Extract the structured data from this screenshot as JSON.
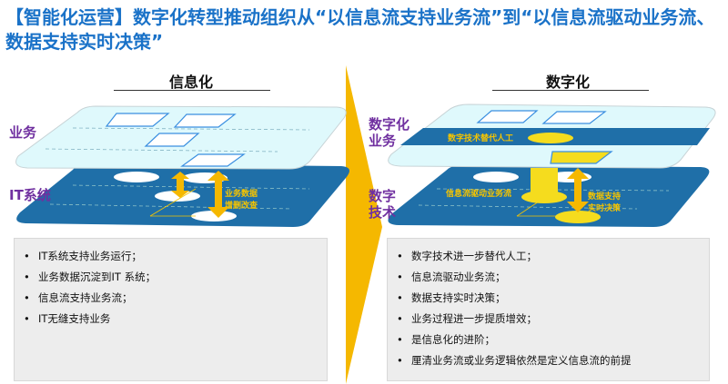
{
  "title": "【智能化运营】数字化转型推动组织从“以信息流支持业务流”到“以信息流驱动业务流、数据支持实时决策”",
  "left": {
    "heading": "信息化",
    "layer_business": "业务",
    "layer_it": "IT系统",
    "arrow_label_1": "业务数据",
    "arrow_label_2": "增删改查",
    "bullets": [
      "IT系统支持业务运行；",
      "业务数据沉淀到IT 系统；",
      "信息流支持业务流；",
      "IT无缝支持业务"
    ]
  },
  "right": {
    "heading": "数字化",
    "layer_business_1": "数字化",
    "layer_business_2": "业务",
    "layer_tech_1": "数字",
    "layer_tech_2": "技术",
    "band_label": "数字技术替代人工",
    "flow_label": "信息流驱动业务流",
    "arrow_label_1": "数据支持",
    "arrow_label_2": "实时决策",
    "bullets": [
      "数字技术进一步替代人工；",
      "信息流驱动业务流；",
      "数据支持实时决策；",
      "业务过程进一步提质增效；",
      "是信息化的进阶；",
      "厘清业务流或业务逻辑依然是定义信息流的前提"
    ]
  },
  "colors": {
    "title": "#1a72c8",
    "plane_dark": "#1f6fa8",
    "plane_light": "#dff9fc",
    "accent": "#f5c400",
    "label": "#7030a0"
  }
}
